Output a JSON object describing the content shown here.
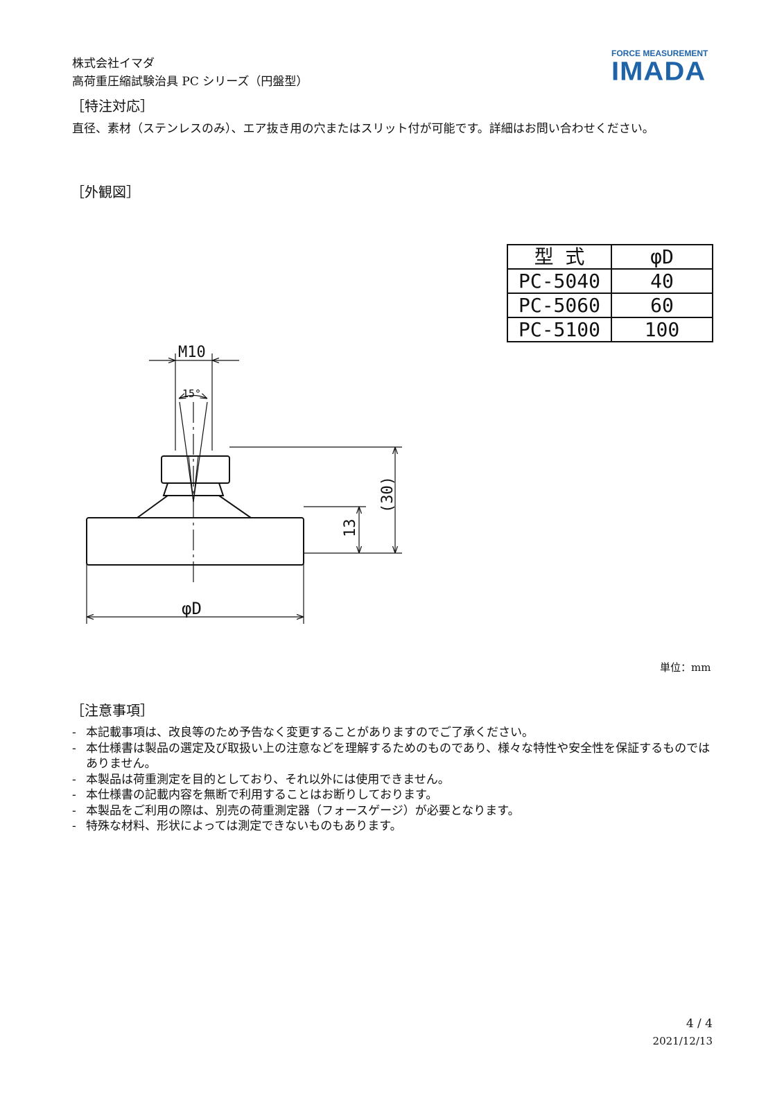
{
  "header": {
    "company": "株式会社イマダ",
    "product": "高荷重圧縮試験治具 PC シリーズ（円盤型）",
    "logo_top": "FORCE MEASUREMENT",
    "logo_main": "IMADA"
  },
  "special_order": {
    "heading": "［特注対応］",
    "text": "直径、素材（ステンレスのみ）、エア抜き用の穴またはスリット付が可能です。詳細はお問い合わせください。"
  },
  "appearance": {
    "heading": "［外観図］",
    "unit": "単位：mm"
  },
  "model_table": {
    "headers": [
      "型 式",
      "φD"
    ],
    "rows": [
      {
        "model": "PC-5040",
        "d": "40"
      },
      {
        "model": "PC-5060",
        "d": "60"
      },
      {
        "model": "PC-5100",
        "d": "100"
      }
    ]
  },
  "drawing": {
    "thread": "M10",
    "angle": "15°",
    "height_base": "13",
    "height_total": "(30)",
    "diameter": "φD"
  },
  "notes": {
    "heading": "［注意事項］",
    "bullet": "-",
    "items": [
      "本記載事項は、改良等のため予告なく変更することがありますのでご了承ください。",
      "本仕様書は製品の選定及び取扱い上の注意などを理解するためのものであり、様々な特性や安全性を保証するものではありません。",
      "本製品は荷重測定を目的としており、それ以外には使用できません。",
      "本仕様書の記載内容を無断で利用することはお断りしております。",
      "本製品をご利用の際は、別売の荷重測定器（フォースゲージ）が必要となります。",
      "特殊な材料、形状によっては測定できないものもあります。"
    ]
  },
  "footer": {
    "page": "4 / 4",
    "date": "2021/12/13"
  }
}
